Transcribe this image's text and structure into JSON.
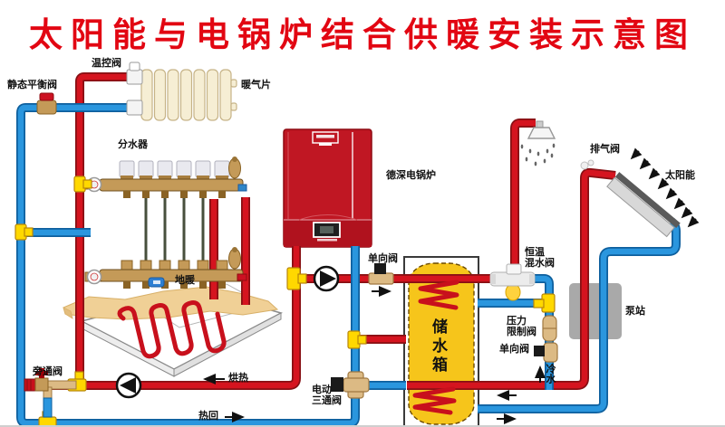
{
  "title": "太阳能与电锅炉结合供暖安装示意图",
  "labels": {
    "thermostatic_valve": "温控阀",
    "static_balance_valve": "静态平衡阀",
    "radiator": "暖气片",
    "manifold": "分水器",
    "boiler": "德深电锅炉",
    "floor_heating": "地暖",
    "check_valve_boiler": "单向阀",
    "mixing_valve": "恒温\n混水阀",
    "air_vent": "排气阀",
    "solar": "太阳能",
    "pressure_limit_valve": "压力\n限制阀",
    "check_valve_cold": "单向阀",
    "cold_water": "冷水",
    "pump_station": "泵站",
    "bypass_valve": "旁通阀",
    "heat_supply": "烘热",
    "heat_return": "热回",
    "three_way_valve": "电动\n三通阀",
    "storage_tank": "储水箱"
  },
  "colors": {
    "title_red": "#e20612",
    "pipe_hot": "#d5141f",
    "pipe_cold": "#2a96de",
    "fitting_yellow": "#ffd800",
    "fitting_brass": "#dcba84",
    "tank_yellow": "#f6c51b",
    "boiler_red": "#c01723",
    "pump_station_gray": "#a9a9a9"
  },
  "icons": {
    "pump": "circle with black triangle",
    "flow_arrow": "black arrow",
    "sun_arrow": "diagonal arrow toward collector",
    "shower": "shower head with droplets",
    "air_vent": "steam puff"
  }
}
